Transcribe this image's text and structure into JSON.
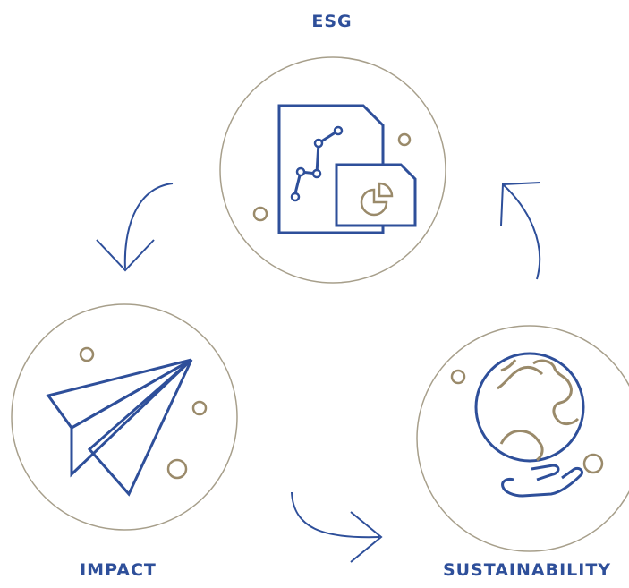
{
  "labels": {
    "esg": "ESG",
    "impact": "IMPACT",
    "sustainability": "SUSTAINABILITY"
  },
  "colors": {
    "primary_blue": "#2e4f9a",
    "accent_tan": "#9a8a6a",
    "ring": "#a79f8b",
    "background": "#ffffff"
  },
  "nodes": [
    {
      "id": "esg",
      "icon": "document-chart-icon"
    },
    {
      "id": "impact",
      "icon": "paper-plane-icon"
    },
    {
      "id": "sustainability",
      "icon": "globe-in-hand-icon"
    }
  ],
  "cycle_direction": "counter-clockwise"
}
